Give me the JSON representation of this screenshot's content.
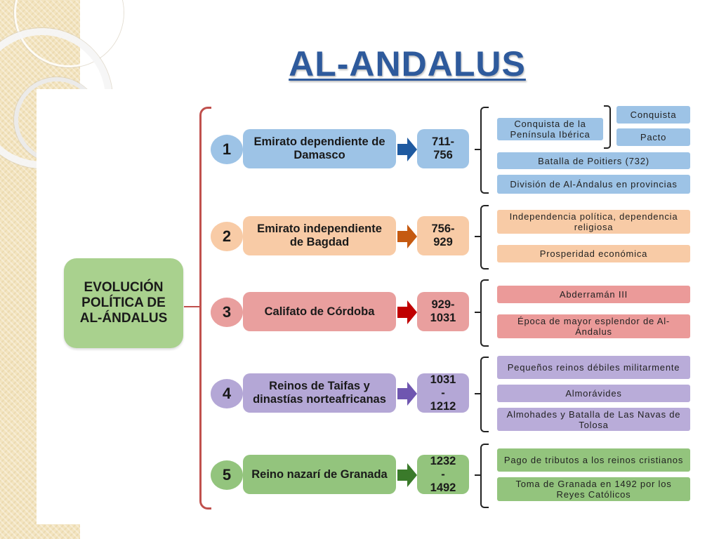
{
  "title": "AL-ANDALUS",
  "root": "EVOLUCIÓN POLÍTICA DE AL-ÁNDALUS",
  "colors": {
    "title": "#2e5a9c",
    "root": "#a9d18e",
    "bracket": "#c0504d",
    "arrow_blue": "#1f5aa0",
    "arrow_orange": "#c55a11",
    "arrow_red": "#c00000",
    "arrow_purple": "#6f56b0",
    "arrow_green": "#3a7a2a"
  },
  "periods": [
    {
      "number": "1",
      "name": "Emirato dependiente de Damasco",
      "years": "711-\n756",
      "details": [
        "Conquista de la Península Ibérica",
        "Batalla de Poitiers (732)",
        "División de Al-Ándalus en provincias"
      ],
      "subdetails": [
        "Conquista",
        "Pacto"
      ]
    },
    {
      "number": "2",
      "name": "Emirato independiente de Bagdad",
      "years": "756-\n929",
      "details": [
        "Independencia política, dependencia religiosa",
        "Prosperidad económica"
      ]
    },
    {
      "number": "3",
      "name": "Califato de Córdoba",
      "years": "929-\n1031",
      "details": [
        "Abderramán III",
        "Época de mayor esplendor de Al-Ándalus"
      ]
    },
    {
      "number": "4",
      "name": "Reinos de Taifas y dinastías norteafricanas",
      "years": "1031\n-\n1212",
      "details": [
        "Pequeños reinos débiles militarmente",
        "Almorávides",
        "Almohades y Batalla de Las Navas de Tolosa"
      ]
    },
    {
      "number": "5",
      "name": "Reino nazarí de Granada",
      "years": "1232\n-\n1492",
      "details": [
        "Pago de tributos a los reinos cristianos",
        "Toma de Granada en 1492 por los Reyes Católicos"
      ]
    }
  ]
}
